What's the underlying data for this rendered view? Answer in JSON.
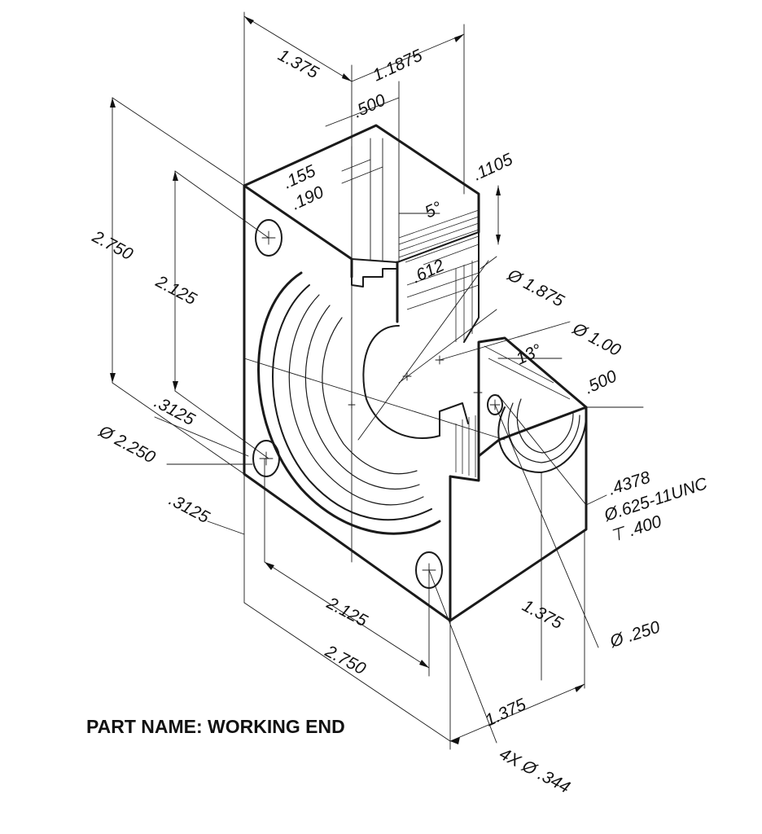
{
  "part_name_label": "PART NAME: WORKING END",
  "dimensions": {
    "top_width_left": "1.375",
    "top_width_right": "1.1875",
    "slot_width": ".500",
    "slot_offset_1": ".155",
    "slot_offset_2": ".190",
    "chamfer_height": ".1105",
    "angle": "5°",
    "slot_depth": ".612",
    "bore_large": "Ø 1.875",
    "bore_small": "Ø 1.00",
    "angle_13": "13°",
    "right_depth": ".500",
    "overall_height": "2.750",
    "hole_spacing_v": "2.125",
    "hole_offset_top": ".3125",
    "counterbore": "Ø 2.250",
    "hole_offset_side": ".3125",
    "hole_spacing_h": "2.125",
    "overall_width": "2.750",
    "right_height": "1.375",
    "bottom_depth": "1.375",
    "thread_offset": ".4378",
    "thread_spec": "Ø.625-11UNC",
    "thread_depth": "⊤ .400",
    "pin_hole": "Ø .250",
    "mount_holes": "4X Ø .344"
  }
}
